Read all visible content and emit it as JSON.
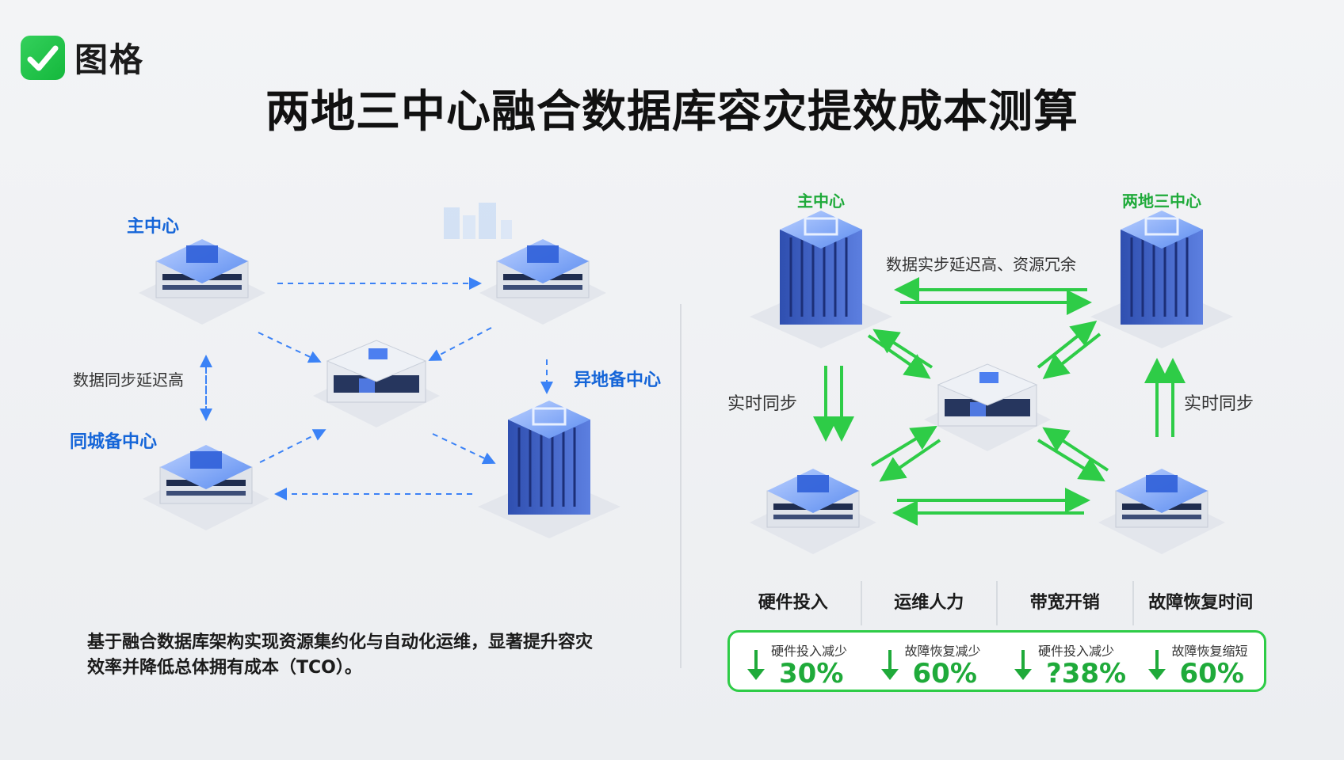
{
  "brand": {
    "name": "图格"
  },
  "title": "两地三中心融合数据库容灾提效成本测算",
  "left_diagram": {
    "label_main": "主中心",
    "label_same_city": "同城备中心",
    "label_remote": "异地备中心",
    "note_delay": "数据同步延迟高"
  },
  "right_diagram": {
    "label_main": "主中心",
    "label_two_three": "两地三中心",
    "note_redundant": "数据实步延迟高、资源冗余",
    "note_sync_left": "实时同步",
    "note_sync_right": "实时同步"
  },
  "description": "基于融合数据库架构实现资源集约化与自动化运维，显著提升容灾效率并降低总体拥有成本（TCO）。",
  "metric_headers": [
    "硬件投入",
    "运维人力",
    "带宽开销",
    "故障恢复时间"
  ],
  "metrics": [
    {
      "label": "硬件投入减少",
      "value": "30%"
    },
    {
      "label": "故障恢复减少",
      "value": "60%"
    },
    {
      "label": "硬件投入减少",
      "value": "?38%"
    },
    {
      "label": "故障恢复缩短",
      "value": "60%"
    }
  ],
  "colors": {
    "accent_green": "#2ecc47",
    "accent_blue": "#1565d8",
    "building_blue": "#3a6fe0"
  }
}
